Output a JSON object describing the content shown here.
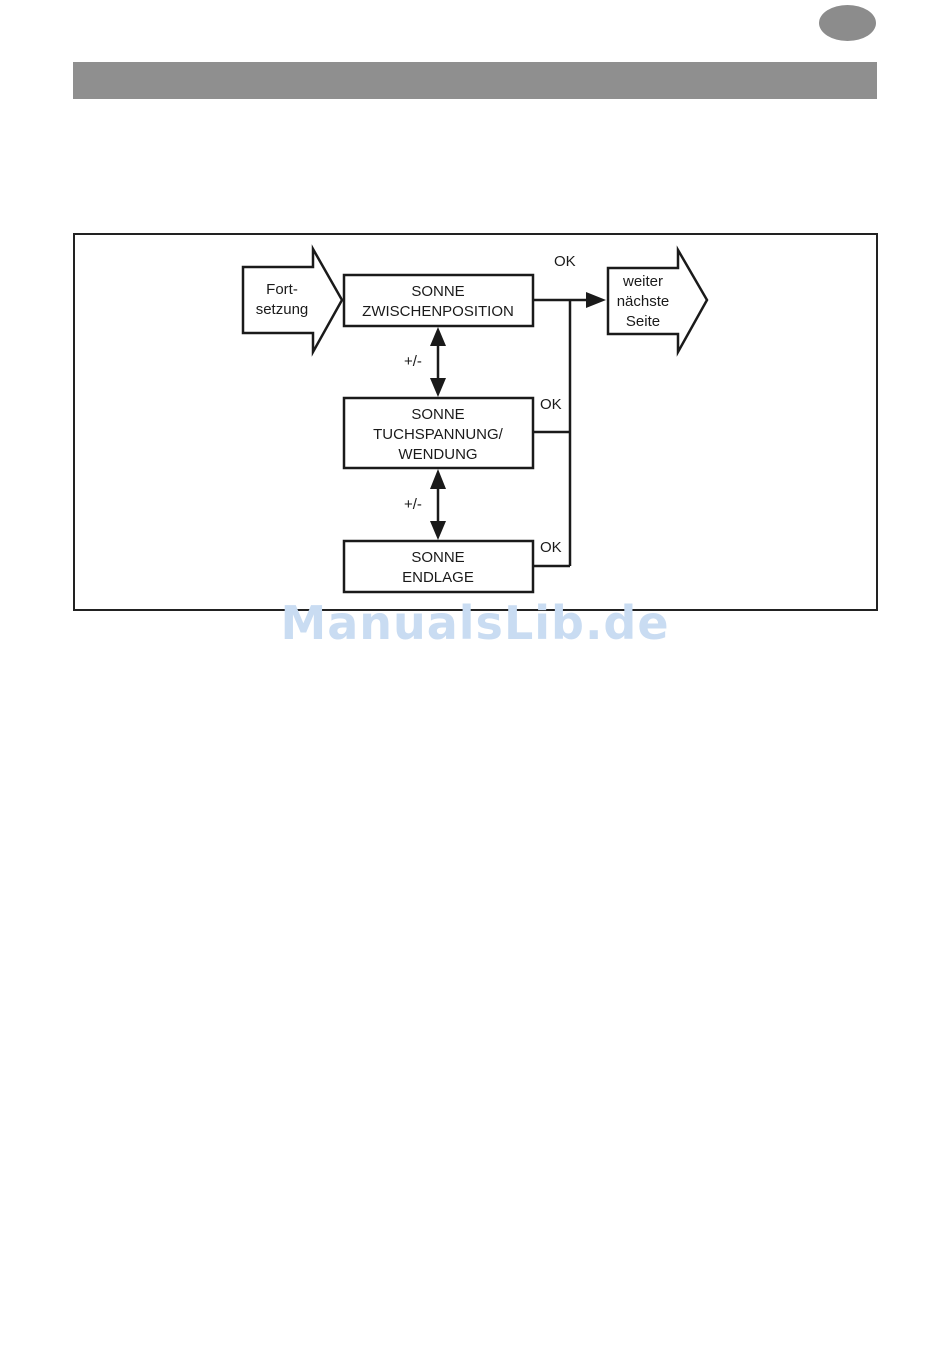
{
  "page": {
    "header_color": "#8f8f8f",
    "badge_color": "#8c8c8c"
  },
  "diagram": {
    "entry_arrow": {
      "line1": "Fort-",
      "line2": "setzung"
    },
    "exit_arrow": {
      "line1": "weiter",
      "line2": "nächste",
      "line3": "Seite"
    },
    "boxes": [
      {
        "line1": "SONNE",
        "line2": "ZWISCHENPOSITION"
      },
      {
        "line1": "SONNE",
        "line2": "TUCHSPANNUNG/",
        "line3": "WENDUNG"
      },
      {
        "line1": "SONNE",
        "line2": "ENDLAGE"
      }
    ],
    "ok_labels": [
      "OK",
      "OK",
      "OK"
    ],
    "adjust_labels": [
      "+/-",
      "+/-"
    ]
  },
  "watermark": {
    "text": "ManualsLib.de"
  }
}
